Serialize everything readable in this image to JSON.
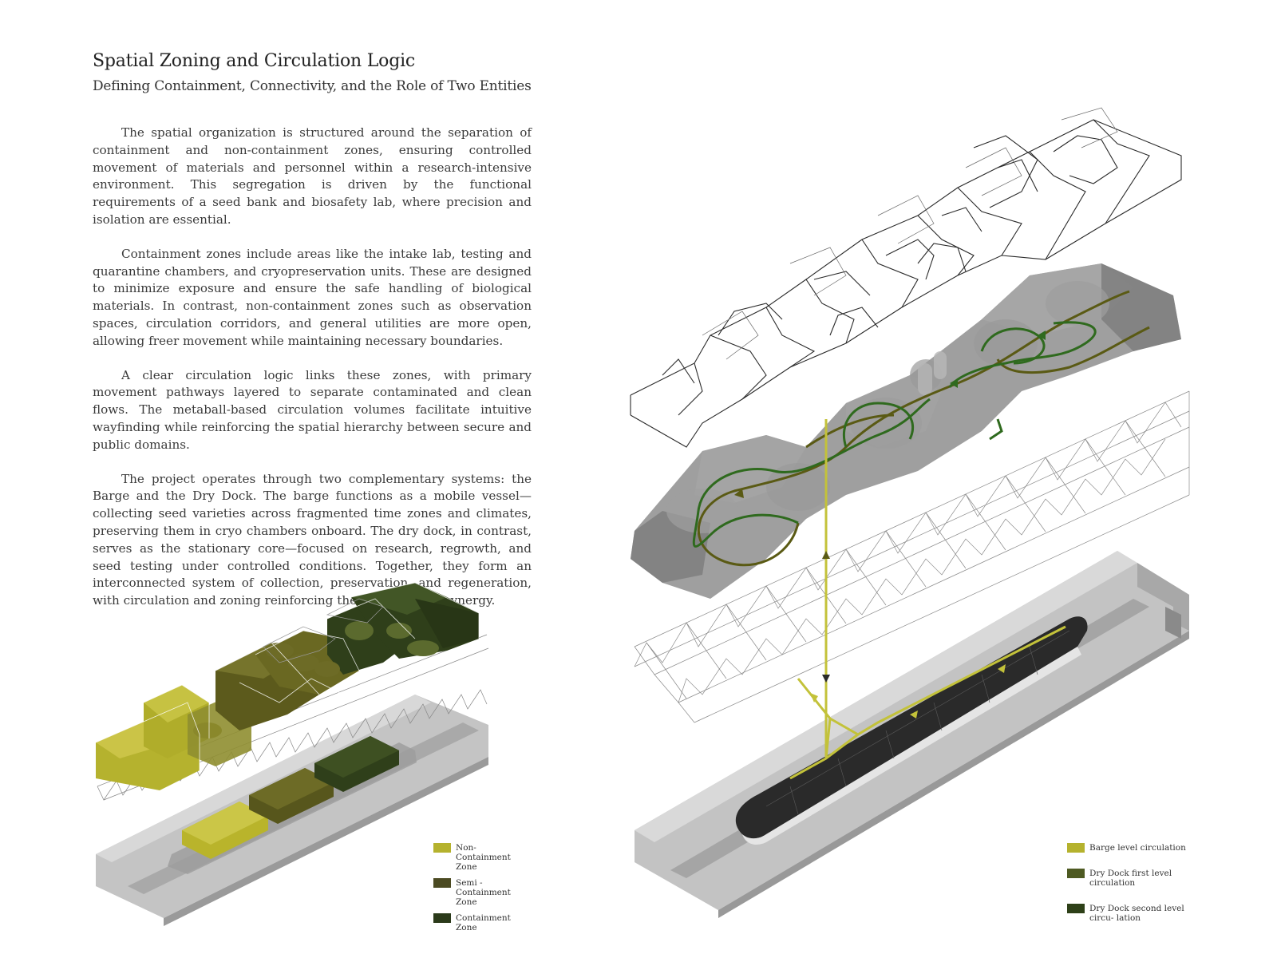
{
  "header": {
    "title": "Spatial Zoning and Circulation Logic",
    "subtitle": "Defining Containment, Connectivity, and the Role of Two Entities"
  },
  "paragraphs": [
    "The spatial organization is structured around the separation of containment and non-containment zones, ensuring controlled movement of materials and personnel within a research-intensive environment. This segregation is driven by the functional requirements of a seed bank and biosafety lab, where precision and isolation are essential.",
    "Containment zones include areas like the intake lab, testing and quarantine chambers, and cryopreservation units. These are designed to minimize exposure and ensure the safe handling of biological materials. In contrast, non-containment zones such as observation spaces, circulation corridors, and general utilities are more open, allowing freer movement while maintaining necessary boundaries.",
    "A clear circulation logic links these zones, with primary movement pathways layered to separate contaminated and clean flows. The metaball-based circulation volumes facilitate intuitive wayfinding while reinforcing the spatial hierarchy between secure and public domains.",
    "The project operates through two complementary systems: the Barge and the Dry Dock. The barge functions as a mobile vessel—collecting seed varieties across fragmented time zones and climates, preserving them in cryo chambers onboard. The dry dock, in contrast, serves as the stationary core—focused on research, regrowth, and seed testing under controlled conditions. Together, they form an interconnected system of collection, preservation, and regeneration, with circulation and zoning reinforcing their operational synergy."
  ],
  "zoning_legend": [
    {
      "label": "Non- Containment Zone",
      "color": "#b5b22e"
    },
    {
      "label": "Semi - Containment Zone",
      "color": "#4b4a22"
    },
    {
      "label": "Containment Zone",
      "color": "#2b3a1a"
    }
  ],
  "circulation_legend": [
    {
      "label": "Barge level circulation",
      "color": "#b5b22e"
    },
    {
      "label": "Dry Dock first level circulation",
      "color": "#4e5a22"
    },
    {
      "label": "Dry Dock second level circu- lation",
      "color": "#2e4018"
    }
  ],
  "colors": {
    "non_containment": "#b5b22e",
    "semi_containment": "#5c5a1c",
    "containment": "#2f3f1a",
    "circ_barge": "#c3c23a",
    "circ_first": "#5a5a14",
    "circ_second": "#2f6a1e",
    "dock_gray": "#bdbdbd"
  }
}
